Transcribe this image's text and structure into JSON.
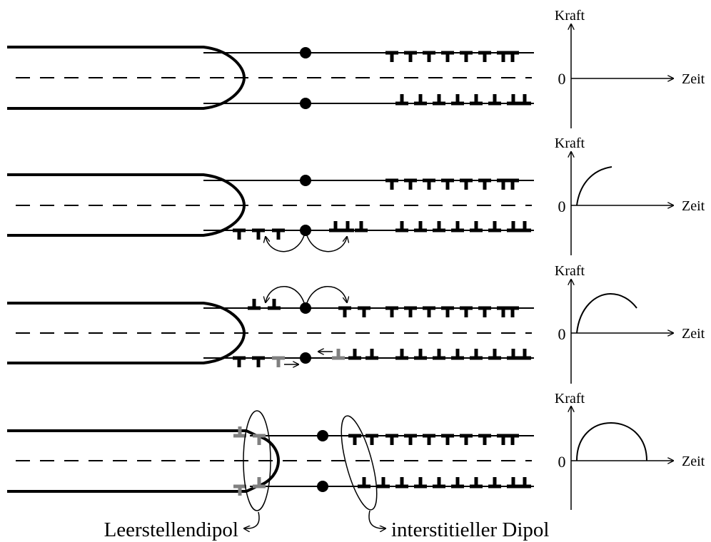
{
  "axis": {
    "y_label": "Kraft",
    "x_label": "Zeit",
    "origin_label": "0"
  },
  "panels": [
    {
      "id": "stage-1",
      "force_curve": "flat"
    },
    {
      "id": "stage-2",
      "force_curve": "rising"
    },
    {
      "id": "stage-3",
      "force_curve": "peak-falling"
    },
    {
      "id": "stage-4",
      "force_curve": "full-arc"
    }
  ],
  "annotations": {
    "vacancy_dipole": "Leerstellendipol",
    "interstitial_dipole": "interstitieller Dipol"
  },
  "colors": {
    "line": "#000000",
    "highlight_dislocation": "#808080",
    "background": "#ffffff"
  }
}
